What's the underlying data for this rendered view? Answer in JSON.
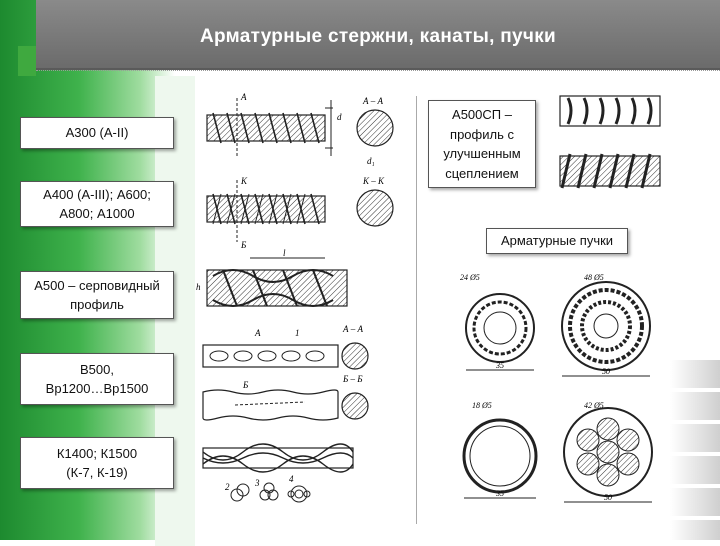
{
  "title": "Арматурные стержни, канаты, пучки",
  "labels": {
    "a300": "А300 (А-II)",
    "a400_line1": "А400 (А-III); А600;",
    "a400_line2": "А800; А1000",
    "a500_line1": "А500 – серповидный",
    "a500_line2": "профиль",
    "b500_line1": "В500,",
    "b500_line2": "Вр1200…Вр1500",
    "k1400_line1": "К1400; К1500",
    "k1400_line2": "(К-7, К-19)",
    "a500sp_line1": "А500СП –",
    "a500sp_line2": "профиль с",
    "a500sp_line3": "улучшенным",
    "a500sp_line4": "сцеплением",
    "bundles": "Арматурные пучки"
  },
  "drawing_marks": {
    "sec_aa": "А – А",
    "sec_kk": "К – К",
    "sec_aa2": "А – А",
    "sec_bb": "Б – Б",
    "letter_a": "А",
    "letter_b": "Б",
    "letter_k": "К",
    "letter_d": "d",
    "letter_d1": "d₁",
    "letter_h": "h",
    "letter_l": "l",
    "num1": "1",
    "num2": "2",
    "num3": "3",
    "num4": "4"
  },
  "bundle_labels": {
    "b1_top": "24 Ø5",
    "b1_bottom": "35",
    "b2_top": "48 Ø5",
    "b2_bottom": "50",
    "b3_top": "18 Ø5",
    "b3_bottom": "35",
    "b4_top": "42 Ø5",
    "b4_bottom": "50"
  }
}
